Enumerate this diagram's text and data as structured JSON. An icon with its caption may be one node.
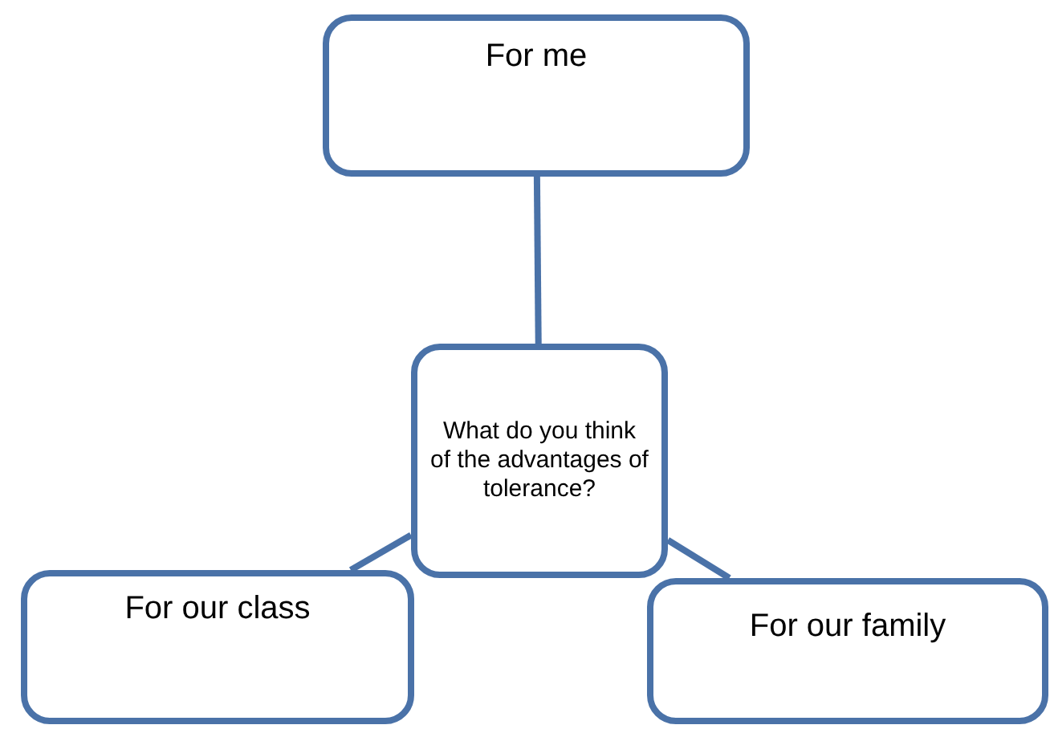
{
  "diagram": {
    "nodes": [
      {
        "text": [
          "For me"
        ]
      },
      {
        "text": [
          "What do you think of the advantages of tolerance?"
        ]
      },
      {
        "text": [
          "For our class"
        ]
      },
      {
        "text": [
          "For our family"
        ]
      }
    ],
    "edges": [
      {
        "from": 0,
        "to": 1,
        "arrow": "none"
      },
      {
        "from": 1,
        "to": 2,
        "arrow": "none"
      },
      {
        "from": 1,
        "to": 3,
        "arrow": "none"
      }
    ]
  }
}
